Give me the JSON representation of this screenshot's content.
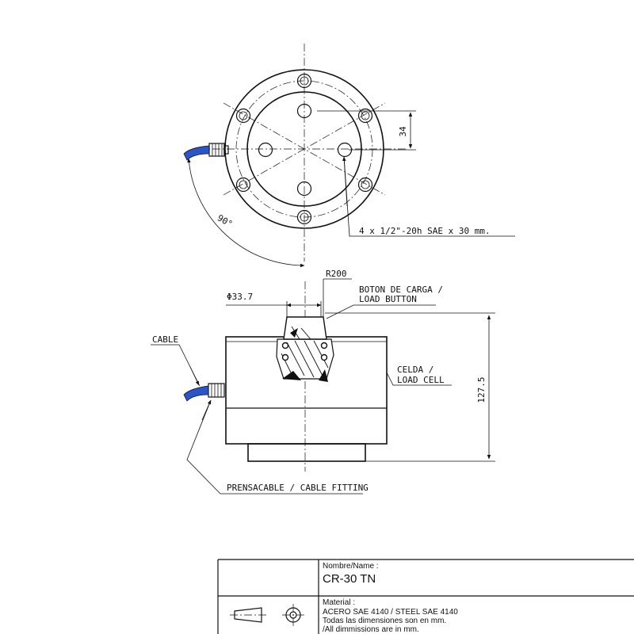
{
  "top_view": {
    "dim_34": "34",
    "angle_label": "90°",
    "thread_note": "4 x 1/2\"-20h SAE x 30 mm."
  },
  "front_view": {
    "radius_label": "R200",
    "diameter_label": "Φ33.7",
    "load_button_label_1": "BOTON DE CARGA /",
    "load_button_label_2": "LOAD BUTTON",
    "cable_label": "CABLE",
    "load_cell_label_1": "CELDA /",
    "load_cell_label_2": "LOAD CELL",
    "height_label": "127.5",
    "cable_fitting_label": "PRENSACABLE / CABLE FITTING"
  },
  "title_block": {
    "name_caption": "Nombre/Name :",
    "name_value": "CR-30 TN",
    "material_caption": "Material :",
    "material_value": "ACERO SAE 4140 / STEEL SAE 4140",
    "note_es": "Todas las dimensiones son en mm.",
    "note_en": "/All dimmissions are in mm."
  },
  "colors": {
    "cable": "#2a55c8",
    "line": "#111111"
  }
}
